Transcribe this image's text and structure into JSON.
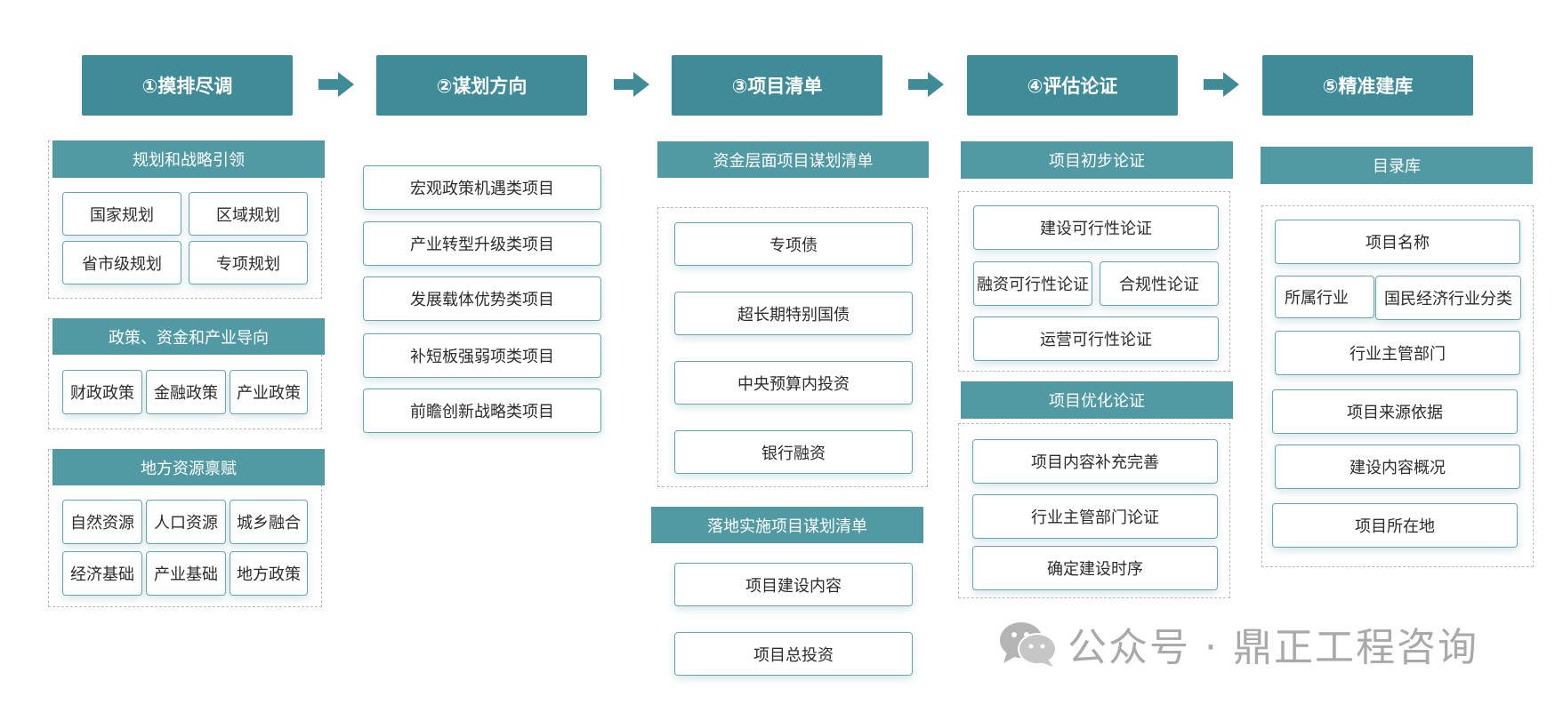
{
  "steps": [
    {
      "label": "①摸排尽调"
    },
    {
      "label": "②谋划方向"
    },
    {
      "label": "③项目清单"
    },
    {
      "label": "④评估论证"
    },
    {
      "label": "⑤精准建库"
    }
  ],
  "col1": {
    "sections": [
      {
        "title": "规划和战略引领",
        "items": [
          "国家规划",
          "区域规划",
          "省市级规划",
          "专项规划"
        ]
      },
      {
        "title": "政策、资金和产业导向",
        "items": [
          "财政政策",
          "金融政策",
          "产业政策"
        ]
      },
      {
        "title": "地方资源禀赋",
        "items": [
          "自然资源",
          "人口资源",
          "城乡融合",
          "经济基础",
          "产业基础",
          "地方政策"
        ]
      }
    ]
  },
  "col2": {
    "items": [
      "宏观政策机遇类项目",
      "产业转型升级类项目",
      "发展载体优势类项目",
      "补短板强弱项类项目",
      "前瞻创新战略类项目"
    ]
  },
  "col3": {
    "sections": [
      {
        "title": "资金层面项目谋划清单",
        "items": [
          "专项债",
          "超长期特别国债",
          "中央预算内投资",
          "银行融资"
        ]
      },
      {
        "title": "落地实施项目谋划清单",
        "items": [
          "项目建设内容",
          "项目总投资"
        ]
      }
    ]
  },
  "col4": {
    "sections": [
      {
        "title": "项目初步论证",
        "items": [
          "建设可行性论证",
          "融资可行性论证",
          "合规性论证",
          "运营可行性论证"
        ]
      },
      {
        "title": "项目优化论证",
        "items": [
          "项目内容补充完善",
          "行业主管部门论证",
          "确定建设时序"
        ]
      }
    ]
  },
  "col5": {
    "title": "目录库",
    "items": [
      "项目名称",
      "所属行业",
      "国民经济行业分类",
      "行业主管部门",
      "项目来源依据",
      "建设内容概况",
      "项目所在地"
    ]
  },
  "watermark": {
    "text": "公众号 · 鼎正工程咨询",
    "icon": "wechat-icon"
  },
  "colors": {
    "primary": "#3f8b97",
    "header": "#5199a3",
    "border": "#6aa6b0",
    "dash": "#b8bcbf"
  }
}
